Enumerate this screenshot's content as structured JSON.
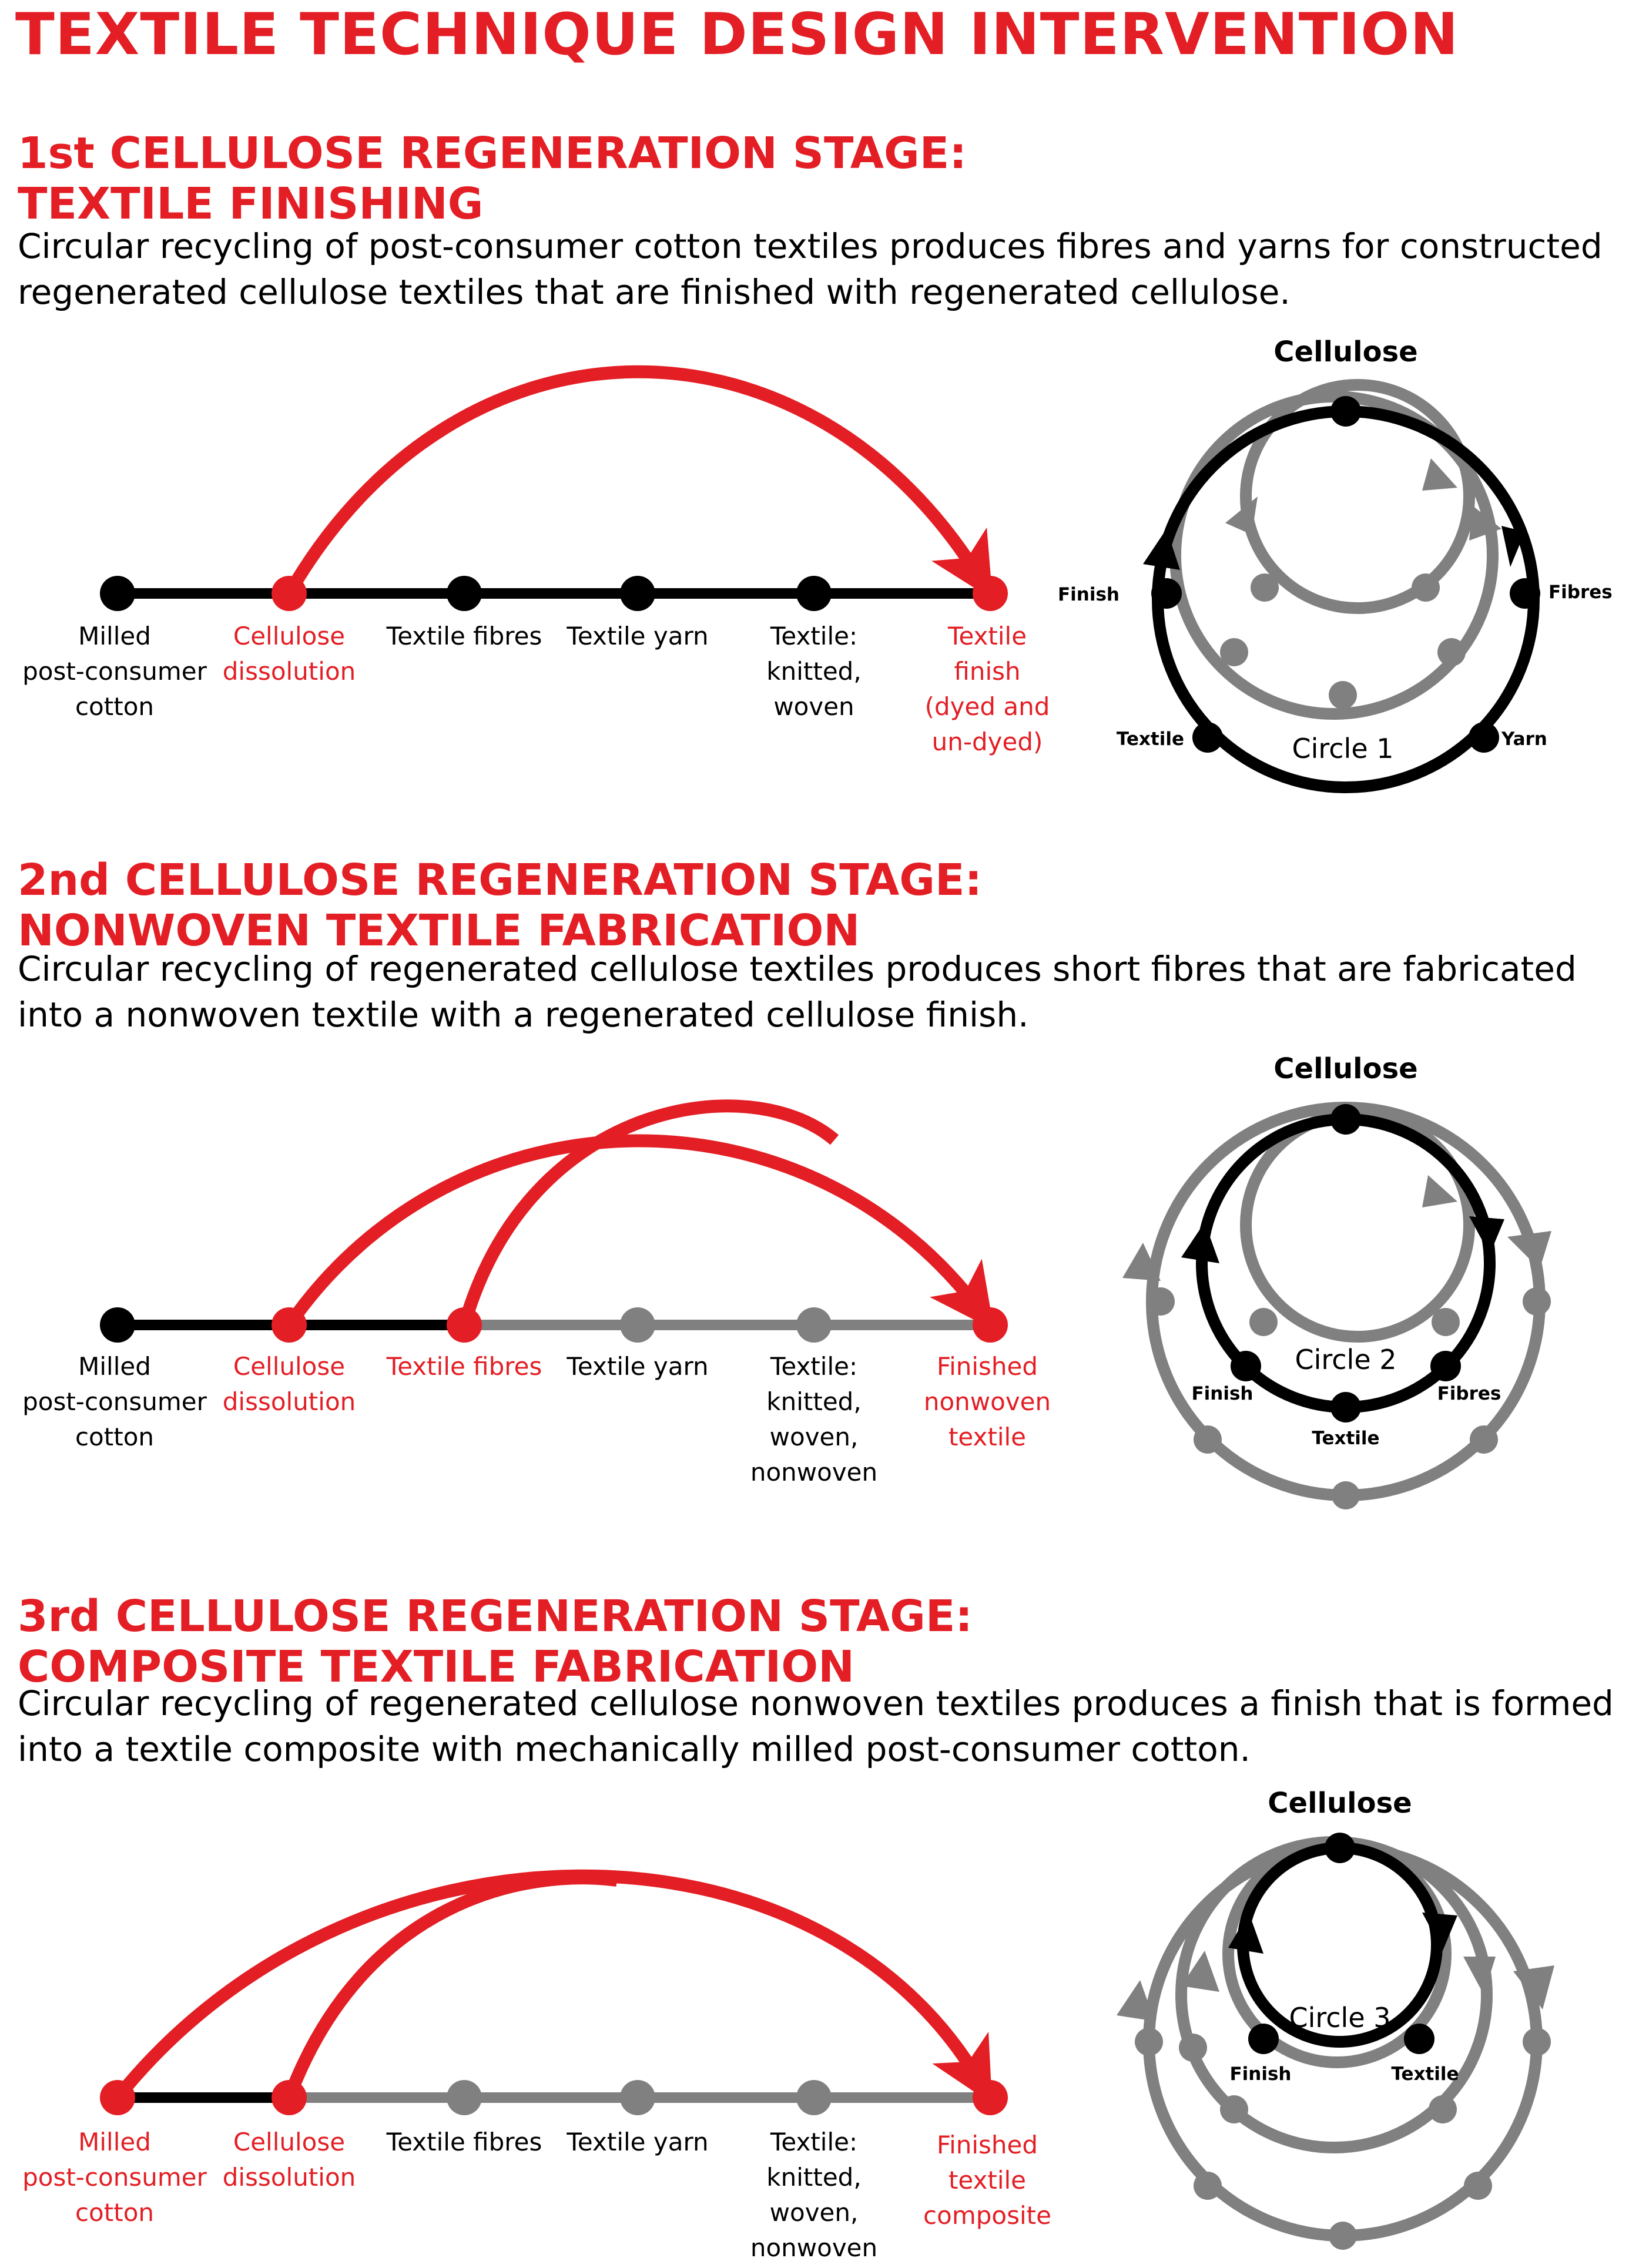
{
  "title": "TEXTILE TECHNIQUE DESIGN INTERVENTION",
  "colors": {
    "red": "#e31e24",
    "black": "#000000",
    "grey": "#808080"
  },
  "stages": [
    {
      "heading_1": "1st CELLULOSE REGENERATION STAGE:",
      "heading_2": "TEXTILE FINISHING",
      "desc_1": "Circular recycling of post-consumer cotton textiles produces fibres and yarns for constructed",
      "desc_2": "regenerated cellulose textiles that are finished with regenerated cellulose.",
      "steps": [
        {
          "lines": [
            "Milled",
            "post-consumer",
            "cotton"
          ],
          "color": "black"
        },
        {
          "lines": [
            "Cellulose",
            "dissolution"
          ],
          "color": "red"
        },
        {
          "lines": [
            "Textile fibres"
          ],
          "color": "black"
        },
        {
          "lines": [
            "Textile yarn"
          ],
          "color": "black"
        },
        {
          "lines": [
            "Textile:",
            "knitted,",
            "woven"
          ],
          "color": "black"
        },
        {
          "lines": [
            "Textile",
            "finish",
            "(dyed and",
            "un-dyed)"
          ],
          "color": "red"
        }
      ],
      "circle": {
        "top_label": "Cellulose",
        "name": "Circle 1",
        "labels": [
          "Finish",
          "Fibres",
          "Textile",
          "Yarn"
        ]
      }
    },
    {
      "heading_1": "2nd CELLULOSE REGENERATION STAGE:",
      "heading_2": "NONWOVEN TEXTILE FABRICATION",
      "desc_1": "Circular recycling of regenerated cellulose textiles produces short fibres that are fabricated",
      "desc_2": "into a nonwoven textile with a regenerated cellulose finish.",
      "steps": [
        {
          "lines": [
            "Milled",
            "post-consumer",
            "cotton"
          ],
          "color": "black"
        },
        {
          "lines": [
            "Cellulose",
            "dissolution"
          ],
          "color": "red"
        },
        {
          "lines": [
            "Textile fibres"
          ],
          "color": "red"
        },
        {
          "lines": [
            "Textile yarn"
          ],
          "color": "black"
        },
        {
          "lines": [
            "Textile:",
            "knitted,",
            "woven,",
            "nonwoven"
          ],
          "color": "black"
        },
        {
          "lines": [
            "Finished",
            "nonwoven",
            "textile"
          ],
          "color": "red"
        }
      ],
      "circle": {
        "top_label": "Cellulose",
        "name": "Circle 2",
        "labels": [
          "Finish",
          "Fibres",
          "Textile"
        ]
      }
    },
    {
      "heading_1": "3rd CELLULOSE REGENERATION STAGE:",
      "heading_2": "COMPOSITE TEXTILE FABRICATION",
      "desc_1": "Circular recycling of regenerated cellulose nonwoven textiles produces a finish that is formed",
      "desc_2": "into a textile composite with mechanically milled post-consumer cotton.",
      "steps": [
        {
          "lines": [
            "Milled",
            "post-consumer",
            "cotton"
          ],
          "color": "red"
        },
        {
          "lines": [
            "Cellulose",
            "dissolution"
          ],
          "color": "red"
        },
        {
          "lines": [
            "Textile fibres"
          ],
          "color": "black"
        },
        {
          "lines": [
            "Textile yarn"
          ],
          "color": "black"
        },
        {
          "lines": [
            "Textile:",
            "knitted,",
            "woven,",
            "nonwoven"
          ],
          "color": "black"
        },
        {
          "lines": [
            "Finished",
            "textile",
            "composite"
          ],
          "color": "red"
        }
      ],
      "circle": {
        "top_label": "Cellulose",
        "name": "Circle 3",
        "labels": [
          "Finish",
          "Textile"
        ]
      }
    }
  ]
}
